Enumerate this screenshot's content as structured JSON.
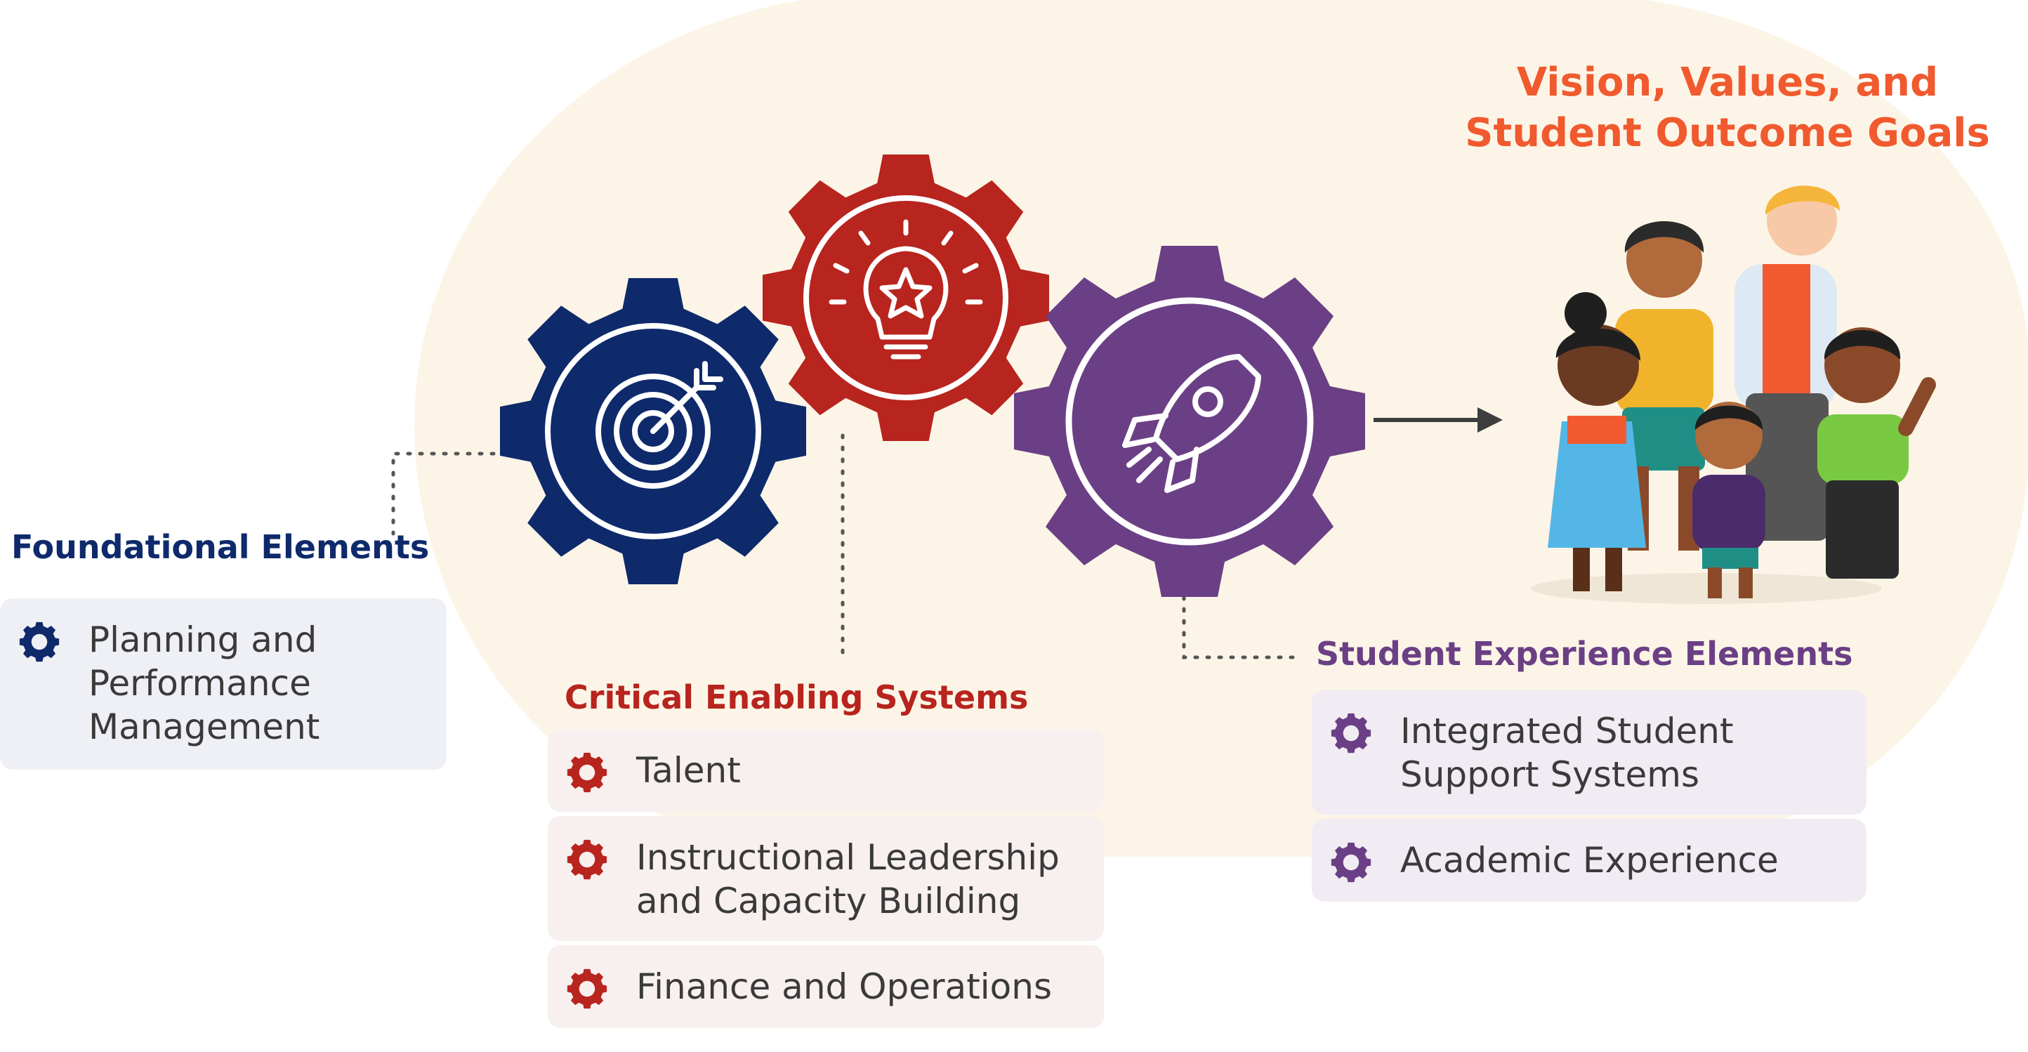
{
  "outcome": {
    "title_line1": "Vision, Values, and",
    "title_line2": "Student Outcome Goals"
  },
  "foundational": {
    "title": "Foundational Elements",
    "color": "#0e2a6b",
    "items": [
      "Planning and Performance Management"
    ]
  },
  "critical": {
    "title": "Critical Enabling Systems",
    "color": "#b8241e",
    "items": [
      "Talent",
      "Instructional Leadership and Capacity Building",
      "Finance and Operations"
    ]
  },
  "student": {
    "title": "Student Experience Elements",
    "color": "#6b3f85",
    "items": [
      "Integrated Student Support Systems",
      "Academic Experience"
    ]
  },
  "gears": [
    {
      "name": "foundational-gear",
      "icon": "target-icon",
      "color": "#0e2a6b"
    },
    {
      "name": "critical-gear",
      "icon": "lightbulb-star-icon",
      "color": "#b8241e"
    },
    {
      "name": "student-gear",
      "icon": "rocket-icon",
      "color": "#6b3f85"
    }
  ],
  "people_illustration": "group-of-students-and-adult-illustration",
  "accent_color": "#f05a2e"
}
